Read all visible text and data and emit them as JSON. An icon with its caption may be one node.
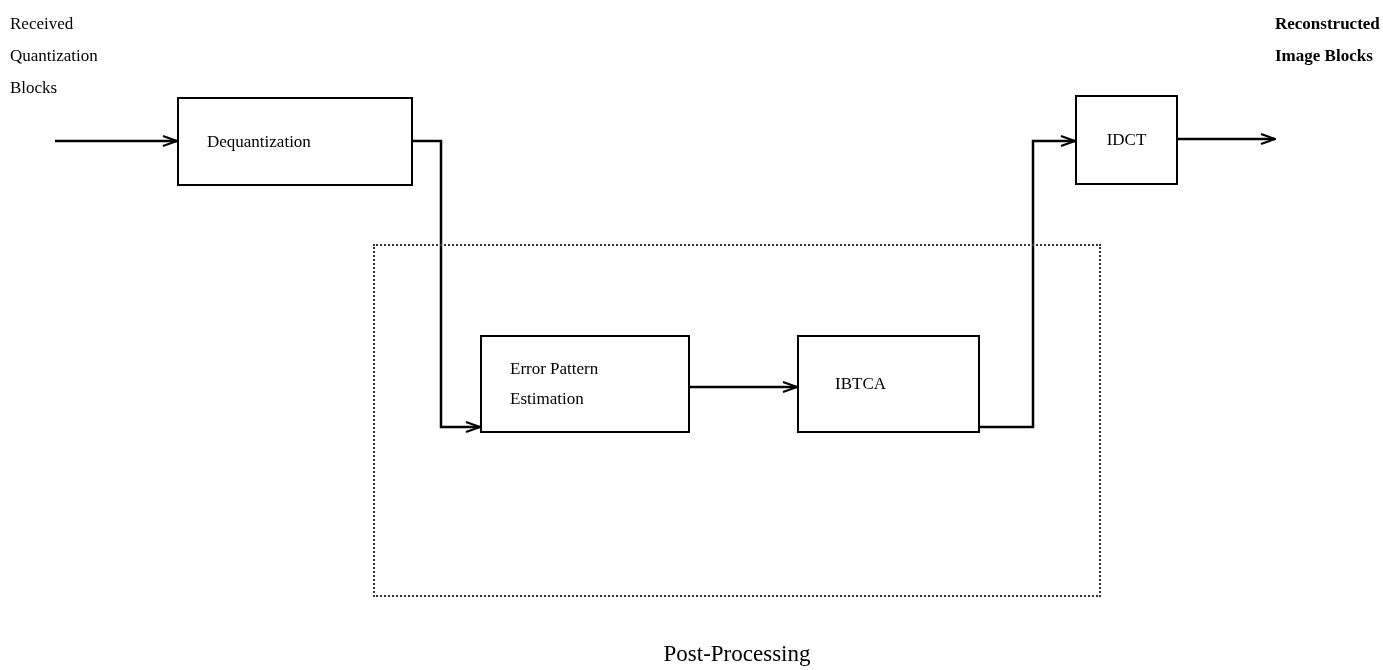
{
  "diagram": {
    "nodes": [
      {
        "text": [
          "Dequantization"
        ]
      },
      {
        "text": [
          "Post-Processing"
        ]
      },
      {
        "text": [
          "Error Pattern Estimation"
        ],
        "in": 1
      },
      {
        "text": [
          "IBTCA"
        ],
        "in": 1
      },
      {
        "text": [
          "IDCT"
        ]
      }
    ],
    "edges": [
      {
        "from": null,
        "to": 0,
        "arrow": "to"
      },
      {
        "from": 0,
        "to": 2,
        "arrow": "to"
      },
      {
        "from": 2,
        "to": 3,
        "arrow": "to"
      },
      {
        "from": 3,
        "to": 4,
        "arrow": "to"
      },
      {
        "from": 4,
        "to": null,
        "arrow": "to"
      }
    ],
    "labels": [
      "Received Quantization Blocks",
      "Reconstructed Image Blocks"
    ]
  }
}
